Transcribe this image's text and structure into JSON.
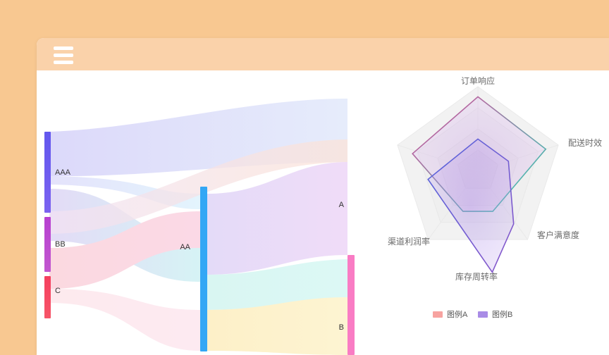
{
  "page": {
    "background_color": "#f8c891",
    "card_background": "#ffffff"
  },
  "header": {
    "background_color": "#fad2aa",
    "menu_icon": "hamburger-menu-icon"
  },
  "chart_data": [
    {
      "type": "sankey",
      "title": "",
      "nodes": [
        {
          "id": "AAA",
          "label": "AAA",
          "column": 0,
          "color": "#6a5df0",
          "value": 38
        },
        {
          "id": "BB",
          "label": "BB",
          "column": 0,
          "color": "#b844cf",
          "value": 26
        },
        {
          "id": "C",
          "label": "C",
          "column": 0,
          "color": "#f5455f",
          "value": 22
        },
        {
          "id": "AA",
          "label": "AA",
          "column": 1,
          "color": "#33a7f5",
          "value": 64
        },
        {
          "id": "A",
          "label": "A",
          "column": 2,
          "color": "#dde4f7",
          "value": 40
        },
        {
          "id": "B",
          "label": "B",
          "column": 2,
          "color": "#f978c2",
          "value": 46
        }
      ],
      "links": [
        {
          "source": "AAA",
          "target": "A",
          "value": 26,
          "color": "#e3e7f9"
        },
        {
          "source": "AAA",
          "target": "AA",
          "value": 12,
          "color": "#eaf5fc"
        },
        {
          "source": "BB",
          "target": "AA",
          "value": 20,
          "color": "#d9f4f3"
        },
        {
          "source": "BB",
          "target": "A",
          "value": 6,
          "color": "#fbe6de"
        },
        {
          "source": "C",
          "target": "AA",
          "value": 22,
          "color": "#fbdbe6"
        },
        {
          "source": "AA",
          "target": "A",
          "value": 22,
          "color": "#efdcf7"
        },
        {
          "source": "AA",
          "target": "B",
          "value": 18,
          "color": "#ddf7f4"
        },
        {
          "source": "AA",
          "target": "B",
          "value": 24,
          "color": "#fdf3cf"
        }
      ]
    },
    {
      "type": "radar",
      "title": "",
      "indicators": [
        {
          "name": "订单响应",
          "max": 100
        },
        {
          "name": "配送时效",
          "max": 100
        },
        {
          "name": "客户满意度",
          "max": 100
        },
        {
          "name": "库存周转率",
          "max": 100
        },
        {
          "name": "渠道利润率",
          "max": 100
        }
      ],
      "grid": true,
      "split_number": 4,
      "legend_position": "bottom",
      "series": [
        {
          "name": "图例A",
          "legend_color": "#f7a3a0",
          "stroke_start": "#e0449a",
          "stroke_end": "#2ad6b4",
          "fill": "rgba(196,140,230,0.20)",
          "values": [
            88,
            84,
            30,
            30,
            66
          ]
        },
        {
          "name": "图例B",
          "legend_color": "#a98ce6",
          "stroke_start": "#5566dd",
          "stroke_end": "#7d57c9",
          "fill": "rgba(168,132,230,0.25)",
          "values": [
            38,
            38,
            72,
            86,
            62
          ]
        }
      ]
    }
  ],
  "sankey": {
    "labels": {
      "aaa": "AAA",
      "bb": "BB",
      "c": "C",
      "aa": "AA",
      "a": "A",
      "b": "B"
    }
  },
  "radar": {
    "axis_labels": {
      "top": "订单响应",
      "right_upper": "配送时效",
      "right_lower": "客户满意度",
      "bottom": "库存周转率",
      "left": "渠道利润率"
    },
    "legend": {
      "a_label": "图例A",
      "a_color": "#f7a3a0",
      "b_label": "图例B",
      "b_color": "#a98ce6"
    }
  }
}
